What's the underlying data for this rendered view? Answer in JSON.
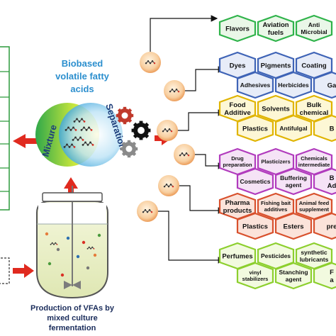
{
  "center": {
    "title_line1": "Biobased",
    "title_line2": "volatile fatty",
    "title_line3": "acids",
    "mixture_label": "Mixture",
    "separation_label": "Separation"
  },
  "reactor": {
    "caption_line1": "Production of VFAs by",
    "caption_line2": "mixed culture",
    "caption_line3": "fermentation"
  },
  "groups": [
    {
      "color": "#2fb34a",
      "fill": "#eaf7e8",
      "labels": [
        [
          "Flavors"
        ],
        [
          "Aviation",
          "fuels"
        ],
        [
          "Anti",
          "Microbial"
        ]
      ]
    },
    {
      "color": "#3e63b6",
      "fill": "#e7ecf8",
      "labels": [
        [
          "Dyes"
        ],
        [
          "Pigments"
        ],
        [
          "Coating"
        ],
        [
          "Adhesives"
        ],
        [
          "Herbicides"
        ],
        [
          "Ga"
        ]
      ]
    },
    {
      "color": "#e0b400",
      "fill": "#fdf7d5",
      "labels": [
        [
          "Food",
          "Additive"
        ],
        [
          "Solvents"
        ],
        [
          "Bulk",
          "chemical"
        ],
        [
          "Plastics"
        ],
        [
          "Antifulgal"
        ],
        [
          "B"
        ]
      ]
    },
    {
      "color": "#b13bbd",
      "fill": "#f5e3f6",
      "labels": [
        [
          "Drug",
          "preparation"
        ],
        [
          "Plasticizers"
        ],
        [
          "Chemicals",
          "intermediate"
        ],
        [
          "Cosmetics"
        ],
        [
          "Buffering",
          "agent"
        ],
        [
          "B",
          "Ad"
        ]
      ]
    },
    {
      "color": "#d8502c",
      "fill": "#fbe3da",
      "labels": [
        [
          "Pharma",
          "products"
        ],
        [
          "Fishing bait",
          "additives"
        ],
        [
          "Animal feed",
          "supplement"
        ],
        [
          "Plastics"
        ],
        [
          "Esters"
        ],
        [
          "pre"
        ]
      ]
    },
    {
      "color": "#8ccf2d",
      "fill": "#f2fadf",
      "labels": [
        [
          "Perfumes"
        ],
        [
          "Pesticides"
        ],
        [
          "synthetic",
          "lubricants"
        ],
        [
          "vinyl",
          "stabilizers"
        ],
        [
          "Stanching",
          "agent"
        ],
        [
          "F",
          "a"
        ]
      ]
    }
  ]
}
